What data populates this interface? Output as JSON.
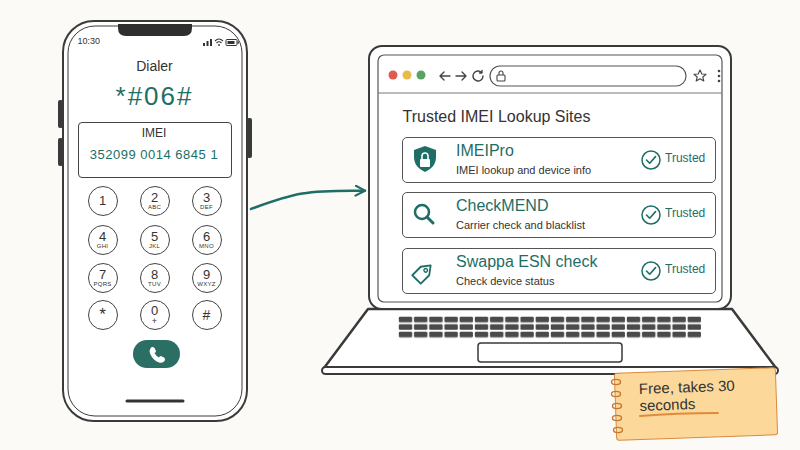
{
  "diagram": {
    "nodes": [
      {
        "text": [
          "10:30",
          "Dialer",
          "*#06#"
        ]
      },
      {
        "text": [
          "IMEI",
          "352099 0014 6845 1"
        ],
        "in": 0
      },
      {
        "text": [
          "1"
        ],
        "in": 0
      },
      {
        "text": [
          "2",
          "ABC"
        ],
        "in": 0
      },
      {
        "text": [
          "3",
          "DEF"
        ],
        "in": 0
      },
      {
        "text": [
          "4",
          "GHI"
        ],
        "in": 0
      },
      {
        "text": [
          "5",
          "JKL"
        ],
        "in": 0
      },
      {
        "text": [
          "6",
          "MNO"
        ],
        "in": 0
      },
      {
        "text": [
          "7",
          "PQRS"
        ],
        "in": 0
      },
      {
        "text": [
          "8",
          "TUV"
        ],
        "in": 0
      },
      {
        "text": [
          "9",
          "WXYZ"
        ],
        "in": 0
      },
      {
        "text": [
          "*"
        ],
        "in": 0
      },
      {
        "text": [
          "0",
          "+"
        ],
        "in": 0
      },
      {
        "text": [
          "#"
        ],
        "in": 0
      },
      {
        "text": [
          "Trusted IMEI Lookup Sites"
        ]
      },
      {
        "text": [
          "IMEIPro",
          "IMEI lookup and device info",
          "Trusted"
        ],
        "in": 14
      },
      {
        "text": [
          "CheckMEND",
          "Carrier check and blacklist",
          "Trusted"
        ],
        "in": 14
      },
      {
        "text": [
          "Swappa ESN check",
          "Check device status",
          "Trusted"
        ],
        "in": 14
      },
      {
        "text": [
          "Free, takes 30 seconds"
        ]
      }
    ],
    "edges": [
      {
        "from": 0,
        "to": 14,
        "arrow": "to"
      }
    ]
  }
}
